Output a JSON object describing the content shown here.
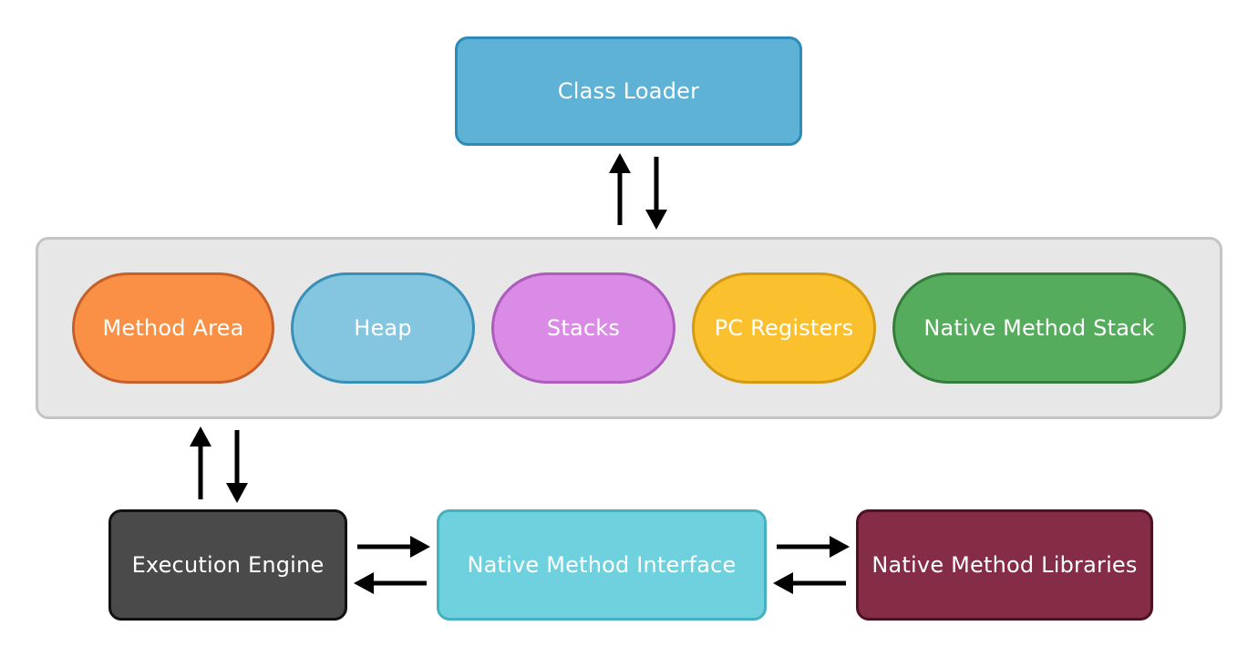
{
  "colors": {
    "class_loader_fill": "#5eb2d5",
    "class_loader_border": "#2c8cb9",
    "runtime_area_fill": "#e8e7e7",
    "runtime_area_border": "#c4c4c4",
    "method_area_fill": "#f99045",
    "method_area_border": "#c5602a",
    "heap_fill": "#84c5e0",
    "heap_border": "#3a8fb7",
    "stacks_fill": "#d98be6",
    "stacks_border": "#ad5bbd",
    "pc_registers_fill": "#fbc02e",
    "pc_registers_border": "#d39b14",
    "native_method_stack_fill": "#55ac5c",
    "native_method_stack_border": "#357d3a",
    "execution_engine_fill": "#4a4a4a",
    "execution_engine_border": "#111111",
    "native_interface_fill": "#70d1de",
    "native_interface_border": "#45b0be",
    "native_libraries_fill": "#852c46",
    "native_libraries_border": "#4f1225",
    "arrow": "#000000"
  },
  "nodes": {
    "class_loader": "Class Loader",
    "method_area": "Method Area",
    "heap": "Heap",
    "stacks": "Stacks",
    "pc_registers": "PC Registers",
    "native_method_stack": "Native Method Stack",
    "execution_engine": "Execution Engine",
    "native_method_interface": "Native Method Interface",
    "native_method_libraries": "Native Method Libraries"
  }
}
